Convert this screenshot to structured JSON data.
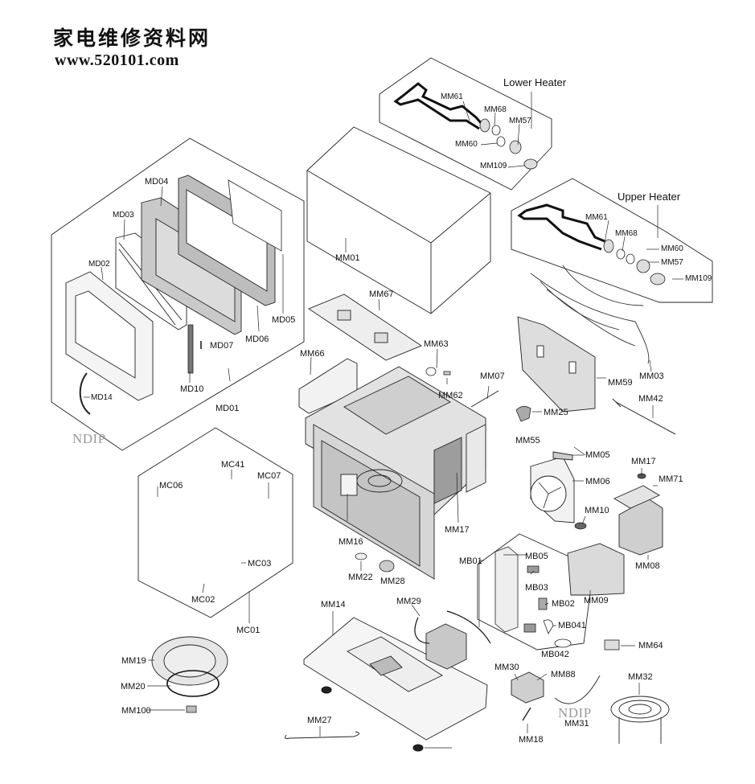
{
  "header": {
    "site_name_cn": "家电维修资料网",
    "site_url": "www.520101.com"
  },
  "watermarks": [
    "NDIP",
    "NDIP"
  ],
  "groups": {
    "lower_heater": {
      "title": "Lower Heater",
      "parts": [
        "MM61",
        "MM68",
        "MM57",
        "MM60",
        "MM109"
      ]
    },
    "upper_heater": {
      "title": "Upper Heater",
      "parts": [
        "MM61",
        "MM68",
        "MM60",
        "MM57",
        "MM109"
      ]
    },
    "door": {
      "assembly": "MD01",
      "parts": [
        "MD04",
        "MD03",
        "MD02",
        "MD14",
        "MD07",
        "MD10",
        "MD06",
        "MD05"
      ]
    },
    "control": {
      "assembly": "MC01",
      "parts": [
        "MC41",
        "MC07",
        "MC06",
        "MC03",
        "MC02"
      ]
    },
    "base_bracket": {
      "assembly": "MB01",
      "parts": [
        "MB05",
        "MB03",
        "MB02",
        "MB041",
        "MB042"
      ]
    },
    "main": {
      "parts": [
        "MM01",
        "MM67",
        "MM66",
        "MM63",
        "MM62",
        "MM07",
        "MM03",
        "MM59",
        "MM42",
        "MM25",
        "MM55",
        "MM05",
        "MM06",
        "MM17",
        "MM71",
        "MM10",
        "MM08",
        "MM09",
        "MM16",
        "MM17",
        "MM22",
        "MM28",
        "MM14",
        "MM29",
        "MM30",
        "MM88",
        "MM64",
        "MM32",
        "MM31",
        "MM18",
        "MM19",
        "MM20",
        "MM100",
        "MM27"
      ]
    }
  },
  "colors": {
    "line": "#222222",
    "part_fill": "#d8d8d8",
    "part_fill_dark": "#a8a8a8",
    "watermark": "#9a9a9a"
  }
}
